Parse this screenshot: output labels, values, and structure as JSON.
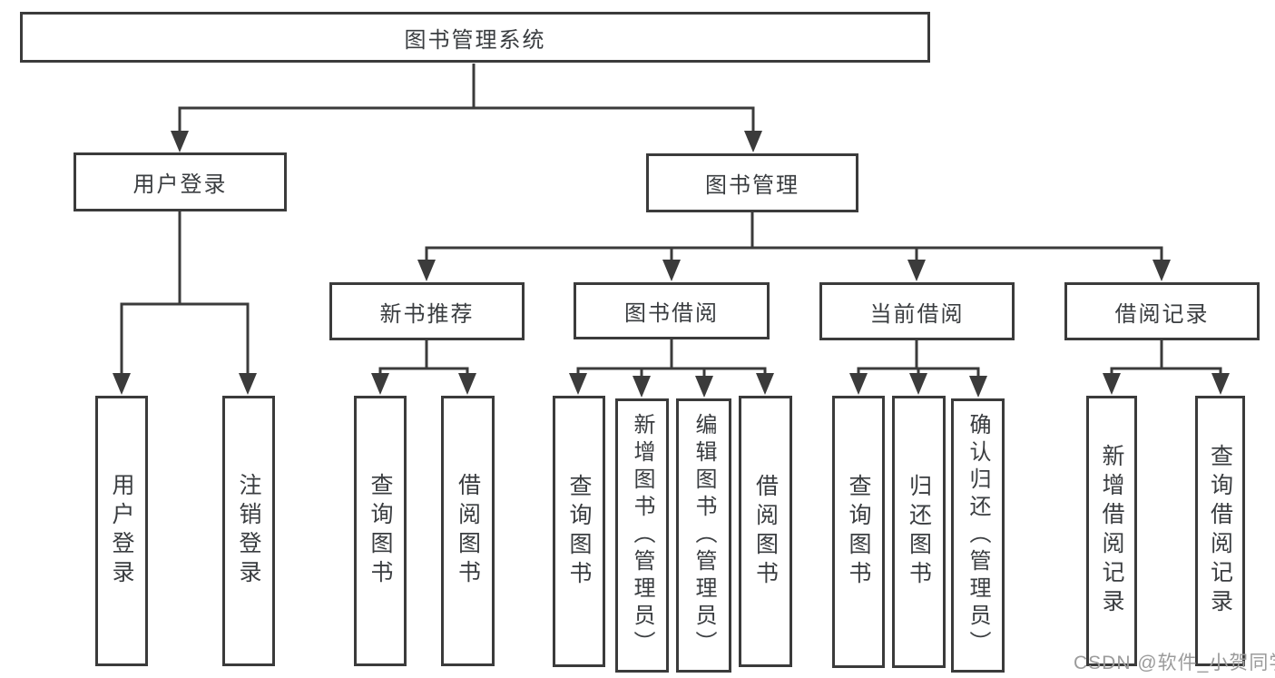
{
  "colors": {
    "line": "#3b3b3b",
    "text": "#3a3d40",
    "watermark": "#9b9b9b",
    "background": "#ffffff"
  },
  "watermark": "CSDN @软件_小贺同学",
  "diagram": {
    "root": "图书管理系统",
    "branches": [
      {
        "label": "用户登录",
        "children": [
          "用户登录",
          "注销登录"
        ]
      },
      {
        "label": "图书管理",
        "sections": [
          {
            "label": "新书推荐",
            "children": [
              "查询图书",
              "借阅图书"
            ]
          },
          {
            "label": "图书借阅",
            "children": [
              "查询图书",
              "新增图书（管理员）",
              "编辑图书（管理员）",
              "借阅图书"
            ]
          },
          {
            "label": "当前借阅",
            "children": [
              "查询图书",
              "归还图书",
              "确认归还（管理员）"
            ]
          },
          {
            "label": "借阅记录",
            "children": [
              "新增借阅记录",
              "查询借阅记录"
            ]
          }
        ]
      }
    ]
  }
}
